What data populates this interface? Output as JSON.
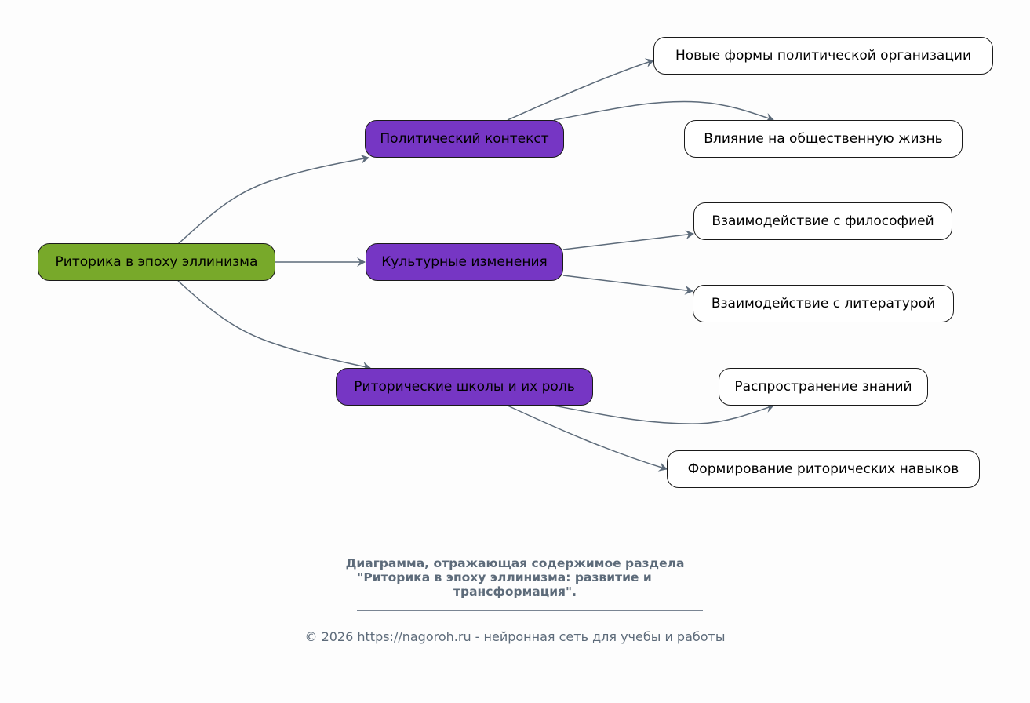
{
  "diagram": {
    "root": {
      "label": "Риторика в эпоху эллинизма",
      "color": "#78a92a"
    },
    "branches": [
      {
        "label": "Политический контекст",
        "color": "#7636c4",
        "children": [
          "Новые формы политической организации",
          "Влияние на общественную жизнь"
        ]
      },
      {
        "label": "Культурные изменения",
        "color": "#7636c4",
        "children": [
          "Взаимодействие с философией",
          "Взаимодействие с литературой"
        ]
      },
      {
        "label": "Риторические школы и их роль",
        "color": "#7636c4",
        "children": [
          "Распространение знаний",
          "Формирование риторических навыков"
        ]
      }
    ],
    "edge_color": "#5d6b7a"
  },
  "caption": {
    "title_lines": [
      "Диаграмма, отражающая содержимое раздела",
      "\"Риторика в эпоху эллинизма: развитие и     ",
      "трансформация\"."
    ],
    "footer": "© 2026 https://nagoroh.ru - нейронная сеть для учебы и работы"
  }
}
